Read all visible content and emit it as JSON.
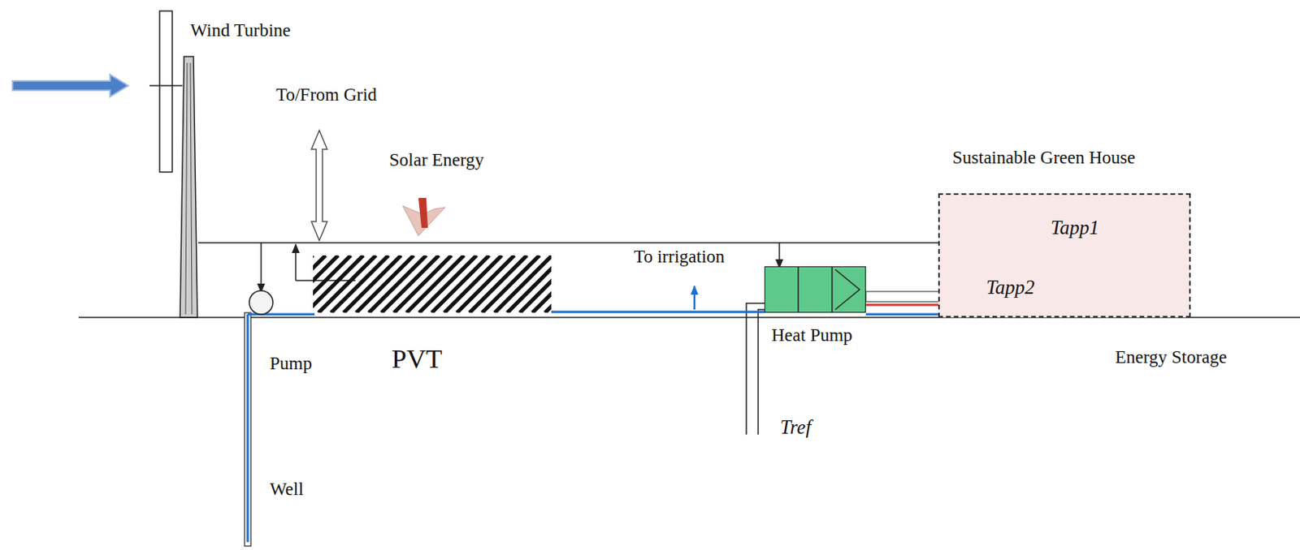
{
  "diagram": {
    "nodes": [
      {
        "text": [
          "PVT"
        ]
      },
      {
        "text": [
          "Heat Pump"
        ]
      },
      {
        "text": [
          "Sustainable Green House"
        ]
      }
    ],
    "edges": [
      {
        "from": 0,
        "to": 1,
        "arrow": "none"
      },
      {
        "from": 1,
        "to": 2,
        "arrow": "none"
      }
    ],
    "labels": [
      "Wind Turbine",
      "To/From Grid",
      "Solar Energy",
      "To irrigation",
      "Pump",
      "Well",
      "Tref",
      "Tapp1",
      "Tapp2",
      "Energy Storage"
    ]
  }
}
